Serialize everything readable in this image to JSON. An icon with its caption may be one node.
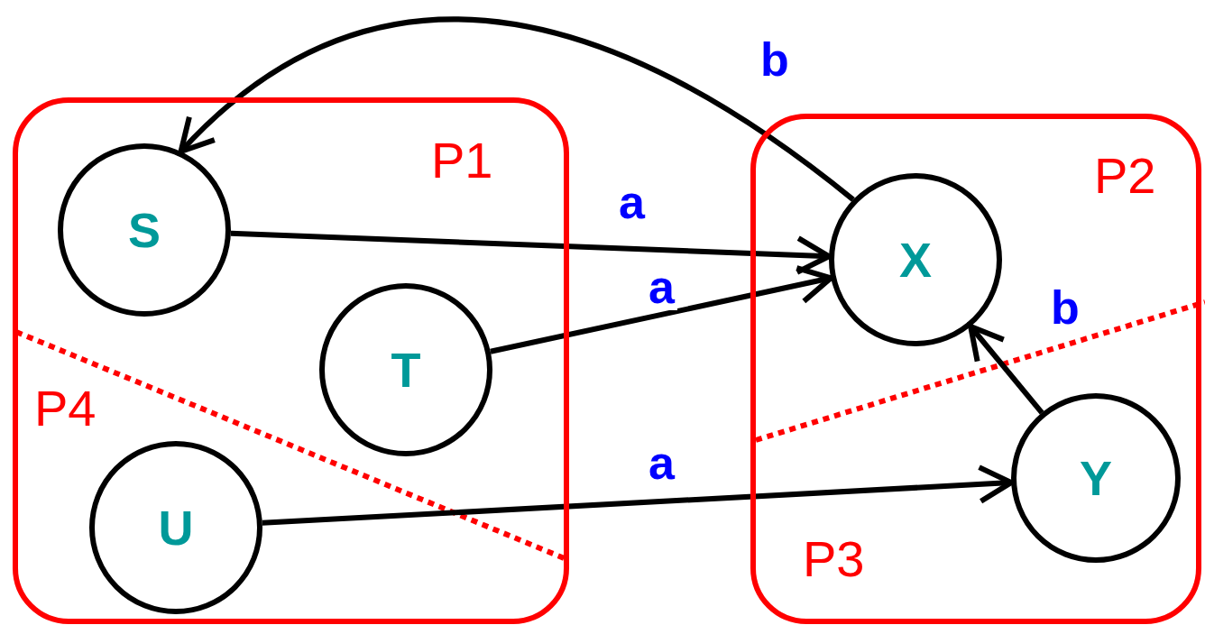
{
  "diagram": {
    "nodes": [
      {
        "text": [],
        "shape": "box"
      },
      {
        "text": [
          "S"
        ],
        "in": 0
      },
      {
        "text": [
          "T"
        ],
        "in": 0
      },
      {
        "text": [
          "U"
        ],
        "in": 0
      },
      {
        "text": [],
        "shape": "box"
      },
      {
        "text": [
          "X"
        ],
        "in": 4
      },
      {
        "text": [
          "Y"
        ],
        "in": 4
      }
    ],
    "edges": [
      {
        "from": 5,
        "to": 1,
        "arrow": "to",
        "label": "b"
      },
      {
        "from": 1,
        "to": 5,
        "arrow": "to",
        "label": "a"
      },
      {
        "from": 2,
        "to": 5,
        "arrow": "to",
        "label": "a"
      },
      {
        "from": 3,
        "to": 6,
        "arrow": "to",
        "label": "a"
      },
      {
        "from": 6,
        "to": 5,
        "arrow": "to",
        "label": "b"
      }
    ],
    "labels": [
      "P1",
      "P2",
      "P4",
      "P3"
    ]
  }
}
